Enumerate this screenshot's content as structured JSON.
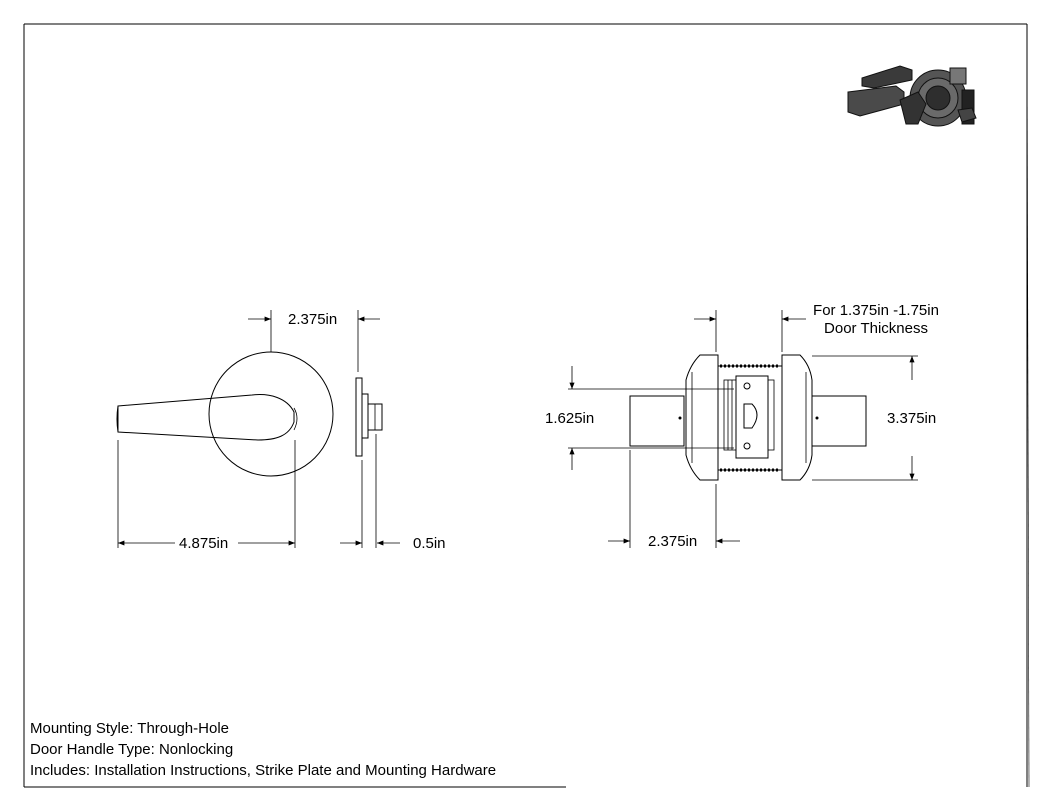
{
  "dimensions": {
    "side_top_width": "2.375in",
    "side_lever_length": "4.875in",
    "side_latch_width": "0.5in",
    "front_latch_height": "1.625in",
    "front_backset": "2.375in",
    "front_rose_height": "3.375in",
    "door_thickness_line1": "For 1.375in -1.75in",
    "door_thickness_line2": "Door Thickness"
  },
  "specs": {
    "mounting_style": "Mounting Style: Through-Hole",
    "handle_type": "Door Handle Type: Nonlocking",
    "includes": "Includes: Installation Instructions, Strike Plate and Mounting Hardware"
  },
  "icons": {
    "product_thumbnail": "lever-lockset-icon"
  }
}
